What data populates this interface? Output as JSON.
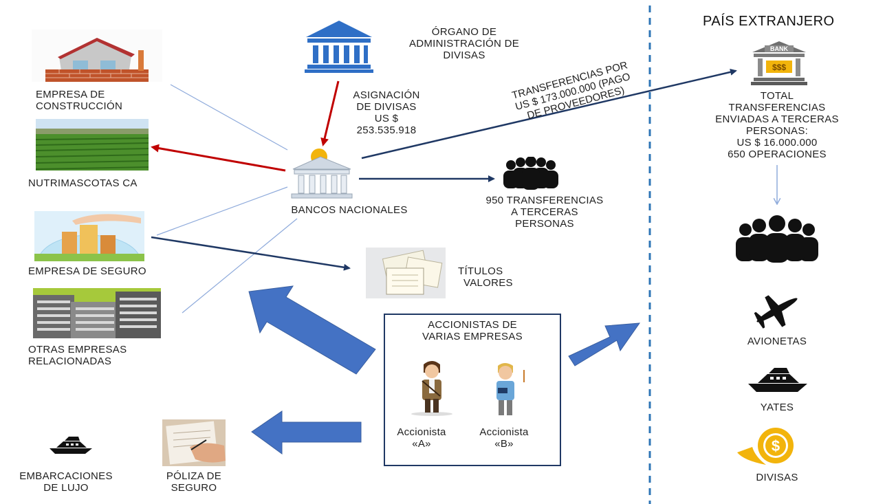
{
  "title_extranjero": "PAÍS EXTRANJERO",
  "organo": [
    "ÓRGANO DE",
    "ADMINISTRACIÓN DE",
    "DIVISAS"
  ],
  "asignacion": [
    "ASIGNACIÓN",
    "DE DIVISAS",
    "US $",
    "253.535.918"
  ],
  "transferencias_proveedores": [
    "TRANSFERENCIAS POR",
    "US $ 173.000.000  (PAGO",
    "DE PROVEEDORES)"
  ],
  "bancos": "BANCOS NACIONALES",
  "transferencias_terceros": [
    "950 TRANSFERENCIAS",
    "A TERCERAS",
    "PERSONAS"
  ],
  "titulos": [
    "TÍTULOS",
    "VALORES"
  ],
  "empresa_construccion": [
    "EMPRESA DE",
    "CONSTRUCCIÓN"
  ],
  "nutrimascotas": "NUTRIMASCOTAS CA",
  "empresa_seguro": "EMPRESA DE SEGURO",
  "otras_empresas": [
    "OTRAS EMPRESAS",
    "RELACIONADAS"
  ],
  "accionistas": [
    "ACCIONISTAS DE",
    "VARIAS EMPRESAS"
  ],
  "accionista_a": [
    "Accionista",
    "«A»"
  ],
  "accionista_b": [
    "Accionista",
    "«B»"
  ],
  "embarcaciones": [
    "EMBARCACIONES",
    "DE  LUJO"
  ],
  "poliza": [
    "PÓLIZA  DE",
    "SEGURO"
  ],
  "total_transferencias": [
    "TOTAL",
    "TRANSFERENCIAS",
    "ENVIADAS A TERCERAS",
    "PERSONAS:",
    "US $ 16.000.000",
    "650 OPERACIONES"
  ],
  "avionetas": "AVIONETAS",
  "yates": "YATES",
  "divisas": "DIVISAS",
  "bank_sign": "BANK",
  "bank_money": "$$$",
  "colors": {
    "dark_arrow": "#1f3864",
    "red_arrow": "#c00000",
    "blue_arrow": "#4472c4",
    "thin_line": "#8eaadb",
    "dashed": "#2e75b6",
    "gold": "#f2b40c"
  }
}
